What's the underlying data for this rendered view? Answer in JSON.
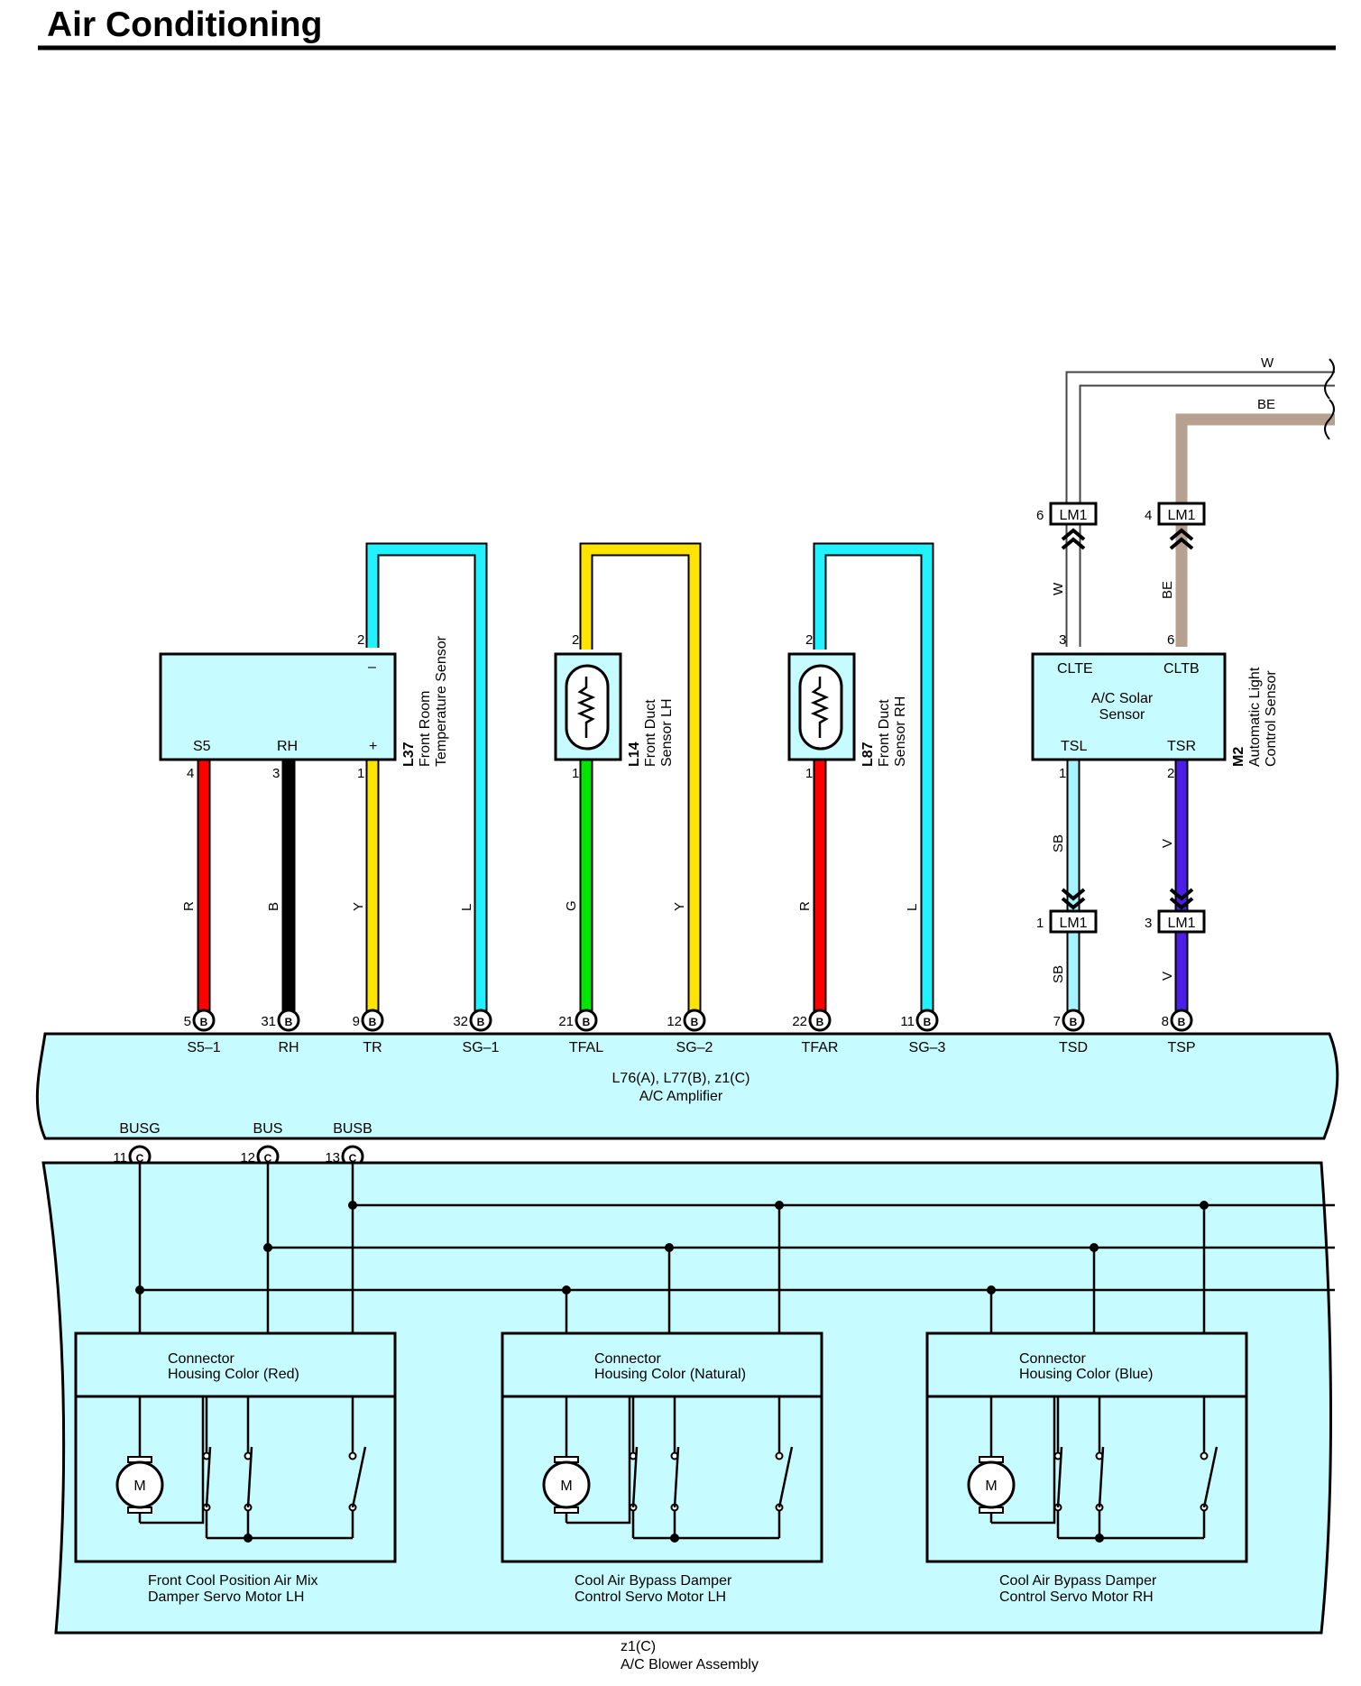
{
  "title": "Air Conditioning",
  "colors": {
    "cyan": "#22f2ff",
    "yellow": "#ffe400",
    "red": "#ff0000",
    "black": "#000000",
    "green": "#00e600",
    "light_blue": "#a6f2ff",
    "violet": "#4c1fe8",
    "beige": "#b7a08f",
    "panel": "#c6fbff"
  },
  "wire_codes": {
    "r": "R",
    "b": "B",
    "y": "Y",
    "l": "L",
    "g": "G",
    "w": "W",
    "be": "BE",
    "sb": "SB",
    "v": "V"
  },
  "components": {
    "l37": {
      "ref": "L37",
      "name_1": "Front Room",
      "name_2": "Temperature Sensor",
      "term_s5": "S5",
      "term_rh": "RH",
      "term_plus": "+",
      "term_minus": "–",
      "pin_s5": "4",
      "pin_rh": "3",
      "pin_plus": "1",
      "pin_minus": "2"
    },
    "l14": {
      "ref": "L14",
      "name_1": "Front Duct",
      "name_2": "Sensor LH",
      "pin_top": "2",
      "pin_bottom": "1"
    },
    "l87": {
      "ref": "L87",
      "name_1": "Front Duct",
      "name_2": "Sensor RH",
      "pin_top": "2",
      "pin_bottom": "1"
    },
    "m2": {
      "ref": "M2",
      "name_1": "Automatic Light",
      "name_2": "Control Sensor",
      "inner_1": "A/C Solar",
      "inner_2": "Sensor",
      "term_clte": "CLTE",
      "term_cltb": "CLTB",
      "term_tsl": "TSL",
      "term_tsr": "TSR",
      "pin_clte": "3",
      "pin_cltb": "6",
      "pin_tsl": "1",
      "pin_tsr": "2"
    }
  },
  "connectors": {
    "lm1": "LM1",
    "lm1_upper_w_pin": "6",
    "lm1_upper_be_pin": "4",
    "lm1_lower_sb_pin": "1",
    "lm1_lower_v_pin": "3"
  },
  "amplifier": {
    "name_1": "L76(A), L77(B), z1(C)",
    "name_2": "A/C Amplifier",
    "pins_b": [
      {
        "num": "5",
        "label": "S5–1"
      },
      {
        "num": "31",
        "label": "RH"
      },
      {
        "num": "9",
        "label": "TR"
      },
      {
        "num": "32",
        "label": "SG–1"
      },
      {
        "num": "21",
        "label": "TFAL"
      },
      {
        "num": "12",
        "label": "SG–2"
      },
      {
        "num": "22",
        "label": "TFAR"
      },
      {
        "num": "11",
        "label": "SG–3"
      },
      {
        "num": "7",
        "label": "TSD"
      },
      {
        "num": "8",
        "label": "TSP"
      }
    ],
    "connector_b": "B",
    "connector_c": "C",
    "pins_c": [
      {
        "num": "11",
        "label": "BUSG"
      },
      {
        "num": "12",
        "label": "BUS"
      },
      {
        "num": "13",
        "label": "BUSB"
      }
    ]
  },
  "blower": {
    "name_1": "z1(C)",
    "name_2": "A/C Blower Assembly",
    "motor_symbol": "M",
    "housing_word": "Connector",
    "motors": [
      {
        "housing": "Housing Color (Red)",
        "name_1": "Front Cool Position Air Mix",
        "name_2": "Damper Servo Motor LH"
      },
      {
        "housing": "Housing Color (Natural)",
        "name_1": "Cool Air Bypass Damper",
        "name_2": "Control Servo Motor LH"
      },
      {
        "housing": "Housing Color (Blue)",
        "name_1": "Cool Air Bypass Damper",
        "name_2": "Control Servo Motor RH"
      }
    ]
  }
}
